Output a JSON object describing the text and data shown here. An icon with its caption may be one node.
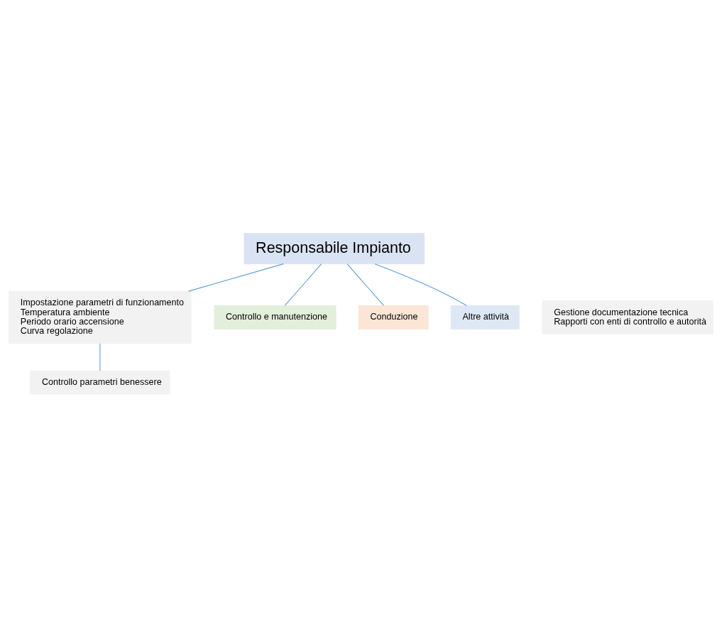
{
  "diagram": {
    "nodes": [
      {
        "text": [
          "Responsabile Impianto"
        ]
      },
      {
        "text": [
          "Impostazione parametri di funzionamento",
          "Temperatura ambiente",
          "Periodo orario accensione",
          "Curva regolazione"
        ]
      },
      {
        "text": [
          "Gestione documentazione tecnica",
          "Rapporti con enti di controllo e autorità"
        ]
      },
      {
        "text": [
          "Controllo parametri benessere"
        ]
      },
      {
        "text": [
          "Controllo e manutenzione"
        ]
      },
      {
        "text": [
          "Conduzione"
        ]
      },
      {
        "text": [
          "Altre attività"
        ]
      }
    ],
    "edges": [
      {
        "from": 0,
        "to": 1,
        "arrow": "none"
      },
      {
        "from": 1,
        "to": 3,
        "arrow": "none"
      },
      {
        "from": 0,
        "to": 4,
        "arrow": "none"
      },
      {
        "from": 0,
        "to": 5,
        "arrow": "none"
      },
      {
        "from": 0,
        "to": 6,
        "arrow": "none"
      }
    ]
  }
}
